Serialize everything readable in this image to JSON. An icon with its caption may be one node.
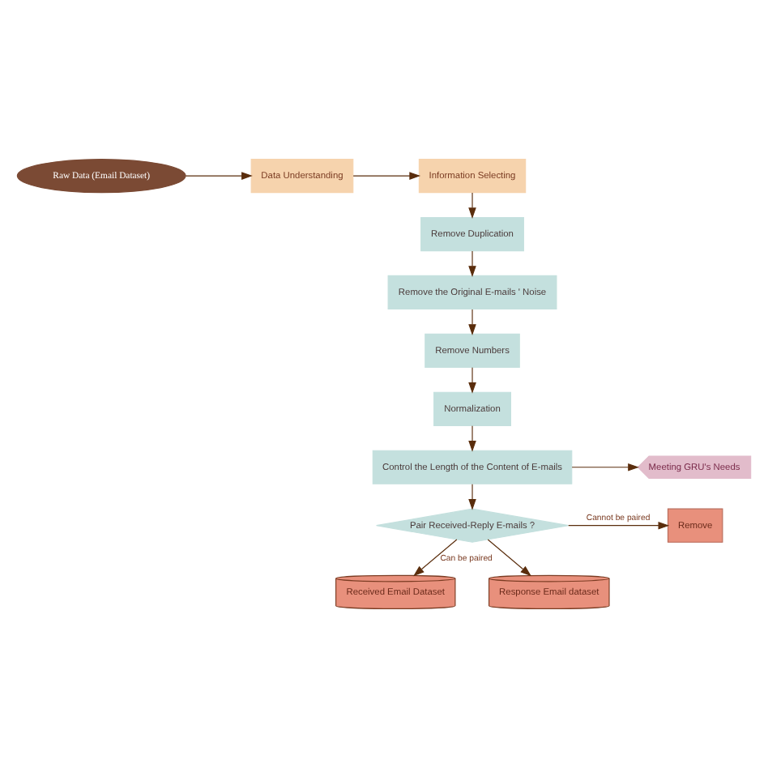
{
  "diagram": {
    "nodes": [
      {
        "text": [
          "Raw Data (Email Dataset)"
        ]
      },
      {
        "text": [
          "Data Understanding"
        ]
      },
      {
        "text": [
          "Information Selecting"
        ]
      },
      {
        "text": [
          "Remove Duplication"
        ]
      },
      {
        "text": [
          "Remove the Original E-mails ' Noise"
        ]
      },
      {
        "text": [
          "Remove Numbers"
        ]
      },
      {
        "text": [
          "Normalization"
        ]
      },
      {
        "text": [
          "Control the Length of the Content of E-mails"
        ]
      },
      {
        "text": [
          "Meeting GRU's Needs"
        ]
      },
      {
        "text": [
          "Pair Received-Reply E-mails ?"
        ]
      },
      {
        "text": [
          "Remove"
        ]
      },
      {
        "text": [
          "Received Email Dataset"
        ]
      },
      {
        "text": [
          "Response Email dataset"
        ]
      }
    ],
    "edges": [
      {
        "from": 0,
        "to": 1,
        "arrow": "to"
      },
      {
        "from": 1,
        "to": 2,
        "arrow": "to"
      },
      {
        "from": 2,
        "to": 3,
        "arrow": "to"
      },
      {
        "from": 3,
        "to": 4,
        "arrow": "to"
      },
      {
        "from": 4,
        "to": 5,
        "arrow": "to"
      },
      {
        "from": 5,
        "to": 6,
        "arrow": "to"
      },
      {
        "from": 6,
        "to": 7,
        "arrow": "to"
      },
      {
        "from": 7,
        "to": 8,
        "arrow": "to"
      },
      {
        "from": 7,
        "to": 9,
        "arrow": "to"
      },
      {
        "from": 9,
        "to": 10,
        "label": "Cannot be paired",
        "arrow": "to"
      },
      {
        "from": 9,
        "to": 11,
        "label": "Can be paired",
        "arrow": "to"
      },
      {
        "from": 9,
        "to": 12,
        "arrow": "to"
      }
    ]
  }
}
